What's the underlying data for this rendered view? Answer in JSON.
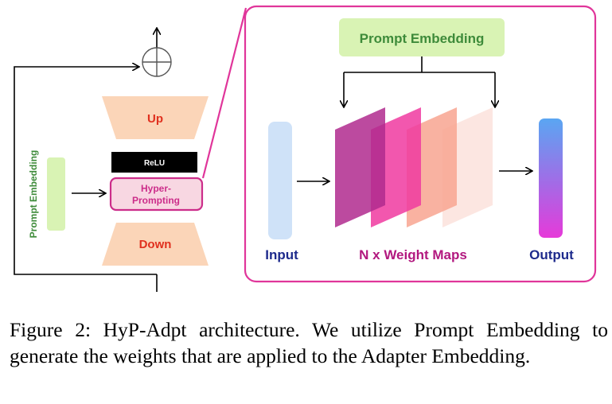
{
  "left_block": {
    "up_label": "Up",
    "relu_label": "ReLU",
    "hyper_line1": "Hyper-",
    "hyper_line2": "Prompting",
    "down_label": "Down",
    "prompt_embedding_vertical": "Prompt Embedding"
  },
  "detail_panel": {
    "prompt_embedding_label": "Prompt Embedding",
    "input_label": "Input",
    "weight_maps_label": "N x Weight Maps",
    "output_label": "Output"
  },
  "colors": {
    "trapezoid_fill": "#fbd5b8",
    "relu_fill": "#000000",
    "hyper_fill": "#f8d7e2",
    "hyper_border": "#cc2d8a",
    "magenta_border": "#e0359a",
    "prompt_green": "#d9f3b4",
    "prompt_text_green": "#3e8b3a",
    "input_fill": "#cfe2f8",
    "label_navy": "#1d2a8c",
    "weight_label": "#b2187f",
    "red_label": "#e0301e"
  },
  "caption": {
    "text": "Figure 2: HyP-Adpt architecture. We utilize Prompt Embedding to generate the weights that are applied to the Adapter Embedding."
  }
}
